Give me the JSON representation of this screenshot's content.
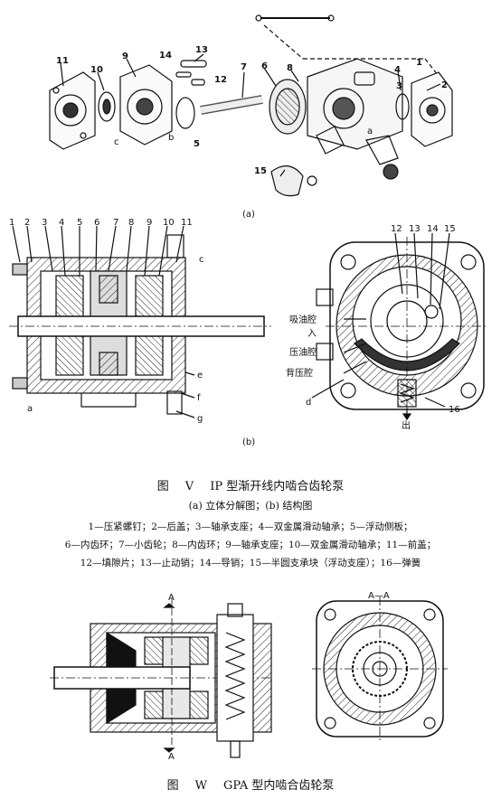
{
  "figure_v": {
    "exploded_labels": [
      "1",
      "2",
      "3",
      "4",
      "5",
      "6",
      "7",
      "8",
      "9",
      "10",
      "11",
      "12",
      "13",
      "14",
      "15",
      "a",
      "b",
      "c"
    ],
    "sub_a": "(a)",
    "sub_b": "(b)",
    "top_numbers": [
      "1",
      "2",
      "3",
      "4",
      "5",
      "6",
      "7",
      "8",
      "9",
      "10",
      "11"
    ],
    "side_letters": [
      "c",
      "e",
      "f",
      "g",
      "a"
    ],
    "right_numbers": [
      "12",
      "13",
      "14",
      "15",
      "16"
    ],
    "cross_labels": {
      "suction": "吸油腔",
      "inlet": "入",
      "pressure": "压油腔",
      "backpressure": "背压腔",
      "d": "d",
      "outlet": "出"
    },
    "caption_prefix": "图",
    "caption_numeral": "V",
    "caption_title": "IP 型渐开线内啮合齿轮泵",
    "subcaption": "(a) 立体分解图；(b) 结构图",
    "legend_lines": [
      "1—压紧螺钉；2—后盖；3—轴承支座；4—双金属滑动轴承；5—浮动侧板；",
      "6—内齿环；7—小齿轮；8—内齿环；9—轴承支座；10—双金属滑动轴承；11—前盖；",
      "12—填隙片；13—止动销；14—导销；15—半圆支承块（浮动支座）；16—弹簧"
    ]
  },
  "figure_w": {
    "section_mark": "A",
    "section_view": "A—A",
    "caption_prefix": "图",
    "caption_numeral": "W",
    "caption_title": "GPA 型内啮合齿轮泵"
  }
}
